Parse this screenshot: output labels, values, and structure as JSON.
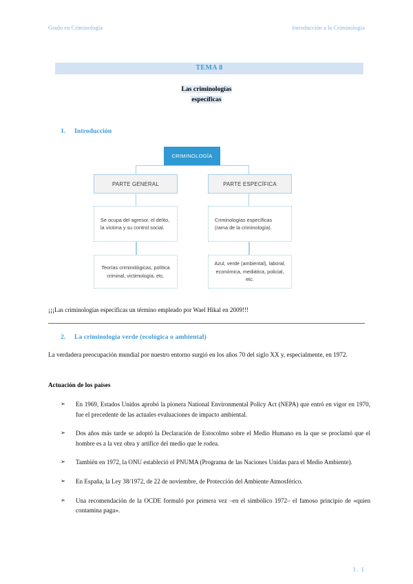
{
  "header": {
    "left": "Grado en Criminología",
    "right": "Introducción a la Criminología"
  },
  "title_band": {
    "label": "TEMA 8",
    "band_color": "#d4e3f3",
    "text_color": "#3c9ad8"
  },
  "doc_title": {
    "line1": "Las criminologías",
    "line2": "específicas"
  },
  "sections": [
    {
      "number": "1.",
      "title": "Introducción"
    },
    {
      "number": "2.",
      "title": "La criminología verde (ecológica o ambiental)"
    }
  ],
  "diagram": {
    "root": "CRIMINOLOGÍA",
    "root_fill": "#2e99d2",
    "root_text_color": "#ffffff",
    "branch_fill": "#f2f2f2",
    "branch_border": "#a8cfe8",
    "left_branch": "PARTE GENERAL",
    "right_branch": "PARTE ESPECÍFICA",
    "left_detail": "Se ocupa del agresor, el delito, la víctima y su control social.",
    "right_detail": "Criminologías específicas (rama de la criminología).",
    "left_examples": "Teorías criminológicas, política criminal, victimología, etc.",
    "right_examples": "Azul, verde (ambiental), laboral, económica, mediática, policial, etc."
  },
  "note": "¡¡¡Las criminologías específicas un término empleado por Wael Hikal en 2009!!!",
  "paragraph1": "La verdadera preocupación mundial por nuestro entorno surgió en los años 70 del siglo XX y, especialmente, en 1972.",
  "subheading1": "Actuación de los países",
  "bullet_marker": "➢",
  "bullets": [
    "En 1969, Estados Unidos aprobó la pionera National Environmental Policy Act (NEPA) que entró en vigor en 1970, fue el precedente de las actuales evaluaciones de impacto ambiental.",
    "Dos años más tarde se adoptó la Declaración de Estocolmo sobre el Medio Humano en la que se proclamó que el hombre es a la vez obra y artífice del medio que le rodea.",
    "También en 1972, la ONU estableció el PNUMA (Programa de las Naciones Unidas para el Medio Ambiente).",
    "En España, la Ley 38/1972, de 22 de noviembre, de Protección del Ambiente Atmosférico.",
    "Una recomendación de la OCDE formuló por primera vez –en el simbólico 1972– el famoso principio de «quien contamina paga»."
  ],
  "footer": {
    "page": "1. 1"
  }
}
